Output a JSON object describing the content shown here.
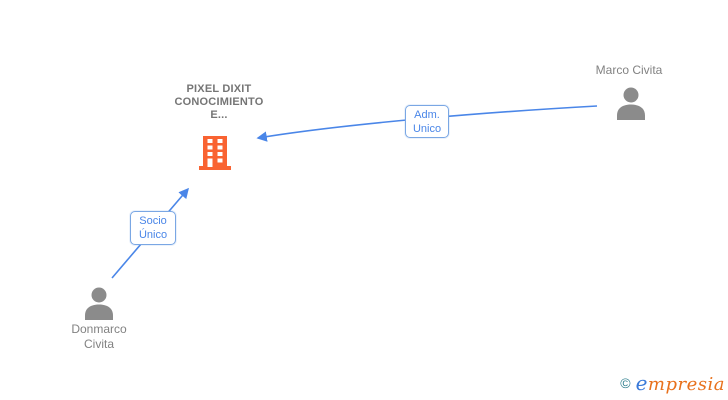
{
  "diagram": {
    "company": {
      "name_line1": "PIXEL DIXIT",
      "name_line2": "CONOCIMIENTO",
      "name_line3": "E..."
    },
    "people": {
      "marco": {
        "name": "Marco Civita"
      },
      "donmarco": {
        "name_line1": "Donmarco",
        "name_line2": "Civita"
      }
    },
    "relations": {
      "adm_unico": {
        "label_line1": "Adm.",
        "label_line2": "Unico"
      },
      "socio_unico": {
        "label_line1": "Socio",
        "label_line2": "Único"
      }
    }
  },
  "watermark": {
    "copyright": "©",
    "brand_first_letter": "e",
    "brand_rest": "mpresia"
  },
  "colors": {
    "edge_blue": "#4a86e8",
    "relation_box_border": "#7aa7e4",
    "relation_text_blue": "#4a86e8",
    "company_text_gray": "#757575",
    "person_icon_gray": "#8b8b8b",
    "person_label_gray": "#828282",
    "building_orange": "#f96332",
    "watermark_copyright_teal": "#2e7f8e",
    "watermark_e_blue": "#3a7ad9",
    "watermark_rest_orange": "#e8711c"
  }
}
